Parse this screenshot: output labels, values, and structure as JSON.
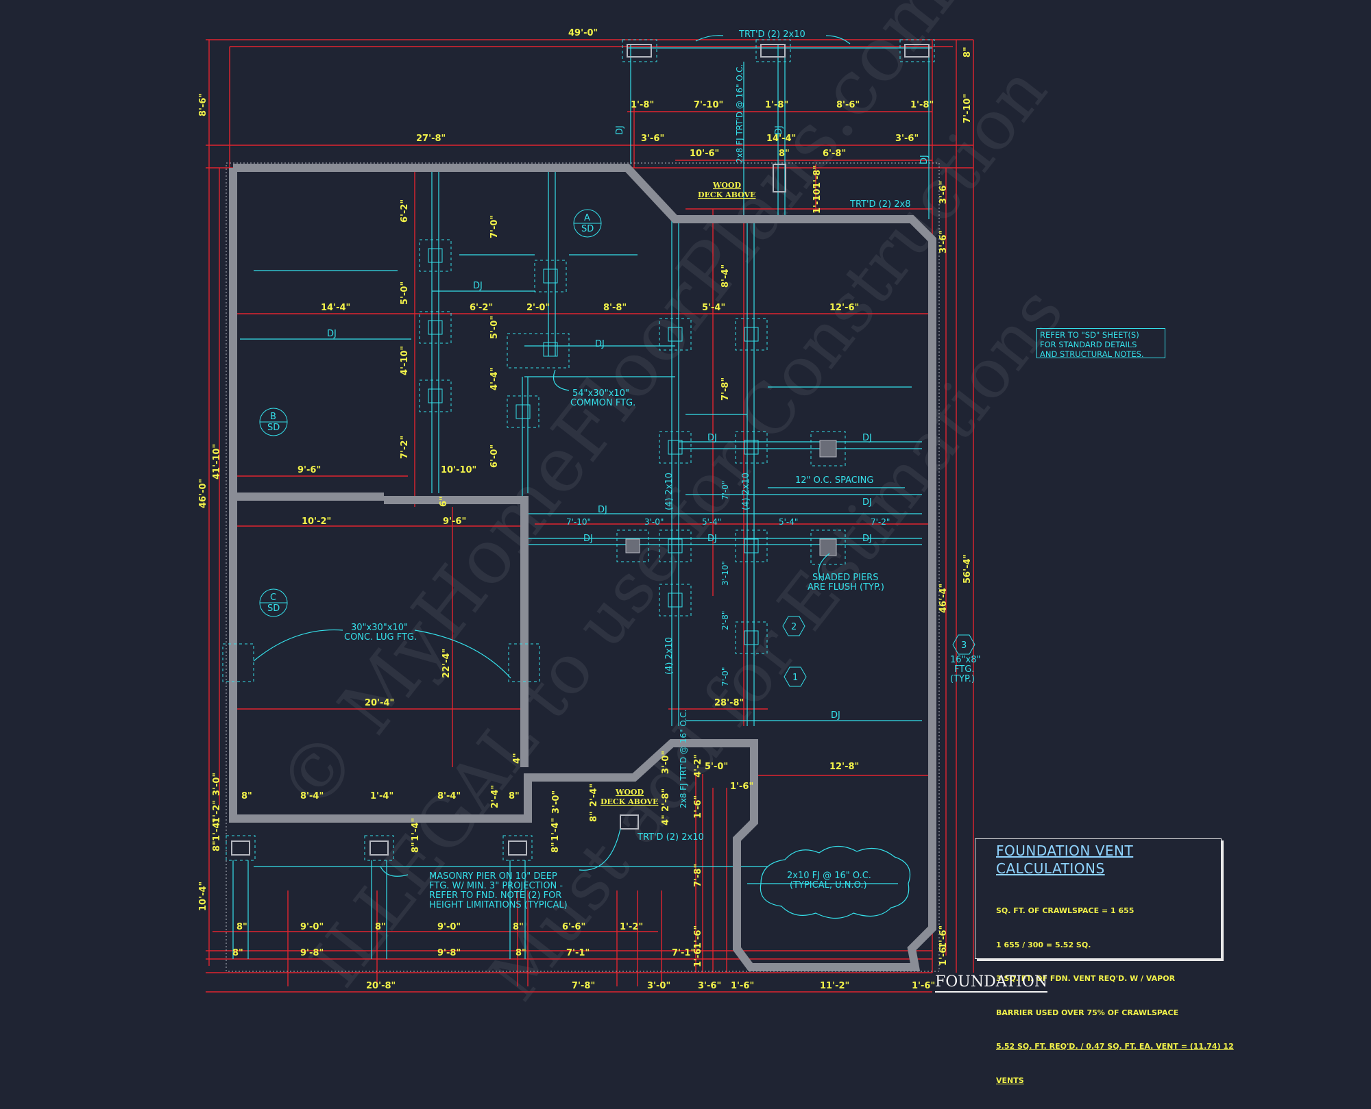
{
  "title": "FOUNDATION",
  "colors": {
    "background": "#1f2433",
    "dimension": "#f2f24a",
    "notes": "#35e0ea",
    "dimension_lines": "#e0252f",
    "walls": "#8a8d96"
  },
  "refer_note": [
    "REFER TO \"SD\" SHEET(S)",
    "FOR STANDARD DETAILS",
    "AND STRUCTURAL NOTES."
  ],
  "vent_calc": {
    "title_line1": "FOUNDATION  VENT",
    "title_line2": "CALCULATIONS",
    "lines": [
      "SQ. FT. OF CRAWLSPACE = 1 655",
      "1 655 / 300 = 5.52 SQ.",
      "3 SQ. FT. OF FDN. VENT REQ'D. W / VAPOR",
      "BARRIER USED OVER 75% OF CRAWLSPACE",
      "5.52 SQ. FT. REQ'D. / 0.47 SQ. FT. EA. VENT = (11.74) 12",
      "VENTS"
    ]
  },
  "watermark": [
    "© MyHomeFloorPlans.com",
    "ILLEGAL to use for Construction",
    "Must add for Estimations"
  ],
  "notes": {
    "trtd_top": "TRT'D (2) 2x10",
    "trtd_2x8": "TRT'D (2) 2x8",
    "trtd_bottom": "TRT'D (2) 2x10",
    "fj_top": "2x8 FJ TRT'D @ 16\" O.C.",
    "fj_bottom": "2x8 FJ TRT'D @ 16\" O.C.",
    "wood_deck_top": [
      "WOOD",
      "DECK ABOVE"
    ],
    "wood_deck_bottom": [
      "WOOD",
      "DECK ABOVE"
    ],
    "common_ftg": [
      "54\"x30\"x10\"",
      "COMMON FTG."
    ],
    "lug_ftg": [
      "30\"x30\"x10\"",
      "CONC. LUG FTG."
    ],
    "spacing": "12\" O.C. SPACING",
    "shaded_piers": [
      "SHADED PIERS",
      "ARE FLUSH (TYP.)"
    ],
    "ftg_16x8": [
      "16\"x8\"",
      "FTG.",
      "(TYP.)"
    ],
    "masonry_pier": [
      "MASONRY PIER ON 10\" DEEP",
      "FTG. W/ MIN. 3\" PROJECTION -",
      "REFER TO FND. NOTE (2) FOR",
      "HEIGHT LIMITATIONS (TYPICAL)"
    ],
    "fj_cloud": [
      "2x10 FJ @ 16\" O.C.",
      "(TYPICAL, U.N.O.)"
    ],
    "dj": "DJ",
    "joist_4_2x10": "(4) 2x10",
    "section_a": [
      "A",
      "SD"
    ],
    "section_b": [
      "B",
      "SD"
    ],
    "section_c": [
      "C",
      "SD"
    ],
    "tag_1": "1",
    "tag_2": "2",
    "tag_3": "3"
  },
  "dimensions": {
    "overall_top": "49'-0\"",
    "top_27_8": "27'-8\"",
    "deck_1_8_a": "1'-8\"",
    "deck_7_10": "7'-10\"",
    "deck_1_8_b": "1'-8\"",
    "deck_8_6": "8'-6\"",
    "deck_1_8_c": "1'-8\"",
    "top_3_6_a": "3'-6\"",
    "top_14_4": "14'-4\"",
    "top_3_6_b": "3'-6\"",
    "top_10_6": "10'-6\"",
    "top_8": "8\"",
    "top_6_8": "6'-8\"",
    "right_8": "8\"",
    "right_7_10": "7'-10\"",
    "right_3_6_a": "3'-6\"",
    "right_3_6_b": "3'-6\"",
    "right_56_4": "56'-4\"",
    "right_46_4": "46'-4\"",
    "right_1_6": "1'-6\"",
    "left_8_6": "8'-6\"",
    "left_46_0": "46'-0\"",
    "left_41_10": "41'-10\"",
    "left_3_0": "3'-0\"",
    "left_1_2": "1'-2\"",
    "left_1_4": "1'-4\"",
    "left_8": "8\"",
    "left_10_4": "10'-4\"",
    "d_6_2": "6'-2\"",
    "d_7_0": "7'-0\"",
    "d_5_0_a": "5'-0\"",
    "d_5_0_b": "5'-0\"",
    "d_4_10": "4'-10\"",
    "d_4_4": "4'-4\"",
    "d_7_2": "7'-2\"",
    "d_6_0": "6'-0\"",
    "d_14_4": "14'-4\"",
    "d_6_2h": "6'-2\"",
    "d_2_0": "2'-0\"",
    "d_8_8": "8'-8\"",
    "d_5_4": "5'-4\"",
    "d_12_6": "12'-6\"",
    "d_8_4v": "8'-4\"",
    "d_7_8v": "7'-8\"",
    "d_1_8v": "1'-8\"",
    "d_1_10v": "1'-10\"",
    "d_9_6": "9'-6\"",
    "d_10_10": "10'-10\"",
    "d_6": "6\"",
    "d_10_2": "10'-2\"",
    "d_9_6b": "9'-6\"",
    "d_7_10": "7'-10\"",
    "d_3_0": "3'-0\"",
    "d_5_4b": "5'-4\"",
    "d_5_4c": "5'-4\"",
    "d_7_2b": "7'-2\"",
    "d_7_0v": "7'-0\"",
    "d_3_10v": "3'-10\"",
    "d_2_8v": "2'-8\"",
    "d_7_0v2": "7'-0\"",
    "d_22_4": "22'-4\"",
    "d_20_4": "20'-4\"",
    "d_28_8": "28'-8\"",
    "d_4": "4\"",
    "d_3_0v": "3'-0\"",
    "d_4_2": "4'-2\"",
    "d_5_0h": "5'-0\"",
    "d_12_8": "12'-8\"",
    "d_1_6": "1'-6\"",
    "d_1_6v": "1'-6\"",
    "d_2_8": "2'-8\"",
    "d_4b": "4\"",
    "porch_8_a": "8\"",
    "porch_8_4_a": "8'-4\"",
    "porch_1_4": "1'-4\"",
    "porch_8_4_b": "8'-4\"",
    "porch_2_4": "2'-4\"",
    "porch_8_b": "8\"",
    "porch_3_0": "3'-0\"",
    "porch_2_4b": "2'-4\"",
    "porch_8_c": "8\"",
    "pier_1_4_a": "1'-4\"",
    "pier_8_a": "8\"",
    "pier_1_4_b": "1'-4\"",
    "pier_8_b": "8\"",
    "r1_8": "8\"",
    "r1_9_0a": "9'-0\"",
    "r1_8b": "8\"",
    "r1_9_0b": "9'-0\"",
    "r1_8c": "8\"",
    "r1_6_6": "6'-6\"",
    "r1_1_2": "1'-2\"",
    "r2_8": "8\"",
    "r2_9_8a": "9'-8\"",
    "r2_9_8b": "9'-8\"",
    "r2_8b": "8\"",
    "r2_7_1a": "7'-1\"",
    "r2_7_1b": "7'-1\"",
    "b_20_8": "20'-8\"",
    "b_7_8": "7'-8\"",
    "b_3_0": "3'-0\"",
    "b_3_6": "3'-6\"",
    "b_1_6a": "1'-6\"",
    "b_11_2": "11'-2\"",
    "b_1_6b": "1'-6\"",
    "v_7_8": "7'-8\"",
    "v_1_6a": "1'-6\"",
    "v_1_6b": "1'-6\"",
    "v_1_6c": "1'-6\""
  }
}
